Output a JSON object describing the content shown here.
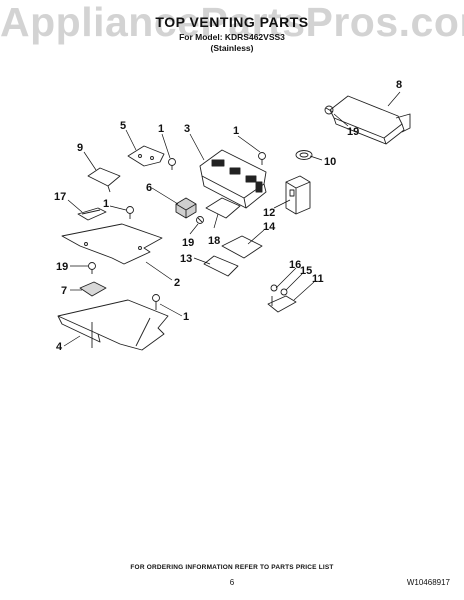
{
  "watermark": "AppliancePartsPros.com",
  "header": {
    "title": "TOP VENTING PARTS",
    "model": "For Model: KDRS462VSS3",
    "finish": "(Stainless)"
  },
  "callouts": [
    "1",
    "1",
    "1",
    "1",
    "2",
    "3",
    "4",
    "5",
    "6",
    "7",
    "8",
    "9",
    "10",
    "11",
    "12",
    "13",
    "14",
    "15",
    "16",
    "17",
    "18",
    "19",
    "19",
    "19",
    "19"
  ],
  "footer": {
    "ordering_note": "FOR ORDERING INFORMATION REFER TO PARTS PRICE LIST",
    "page_number": "6",
    "document_number": "W10468917"
  }
}
